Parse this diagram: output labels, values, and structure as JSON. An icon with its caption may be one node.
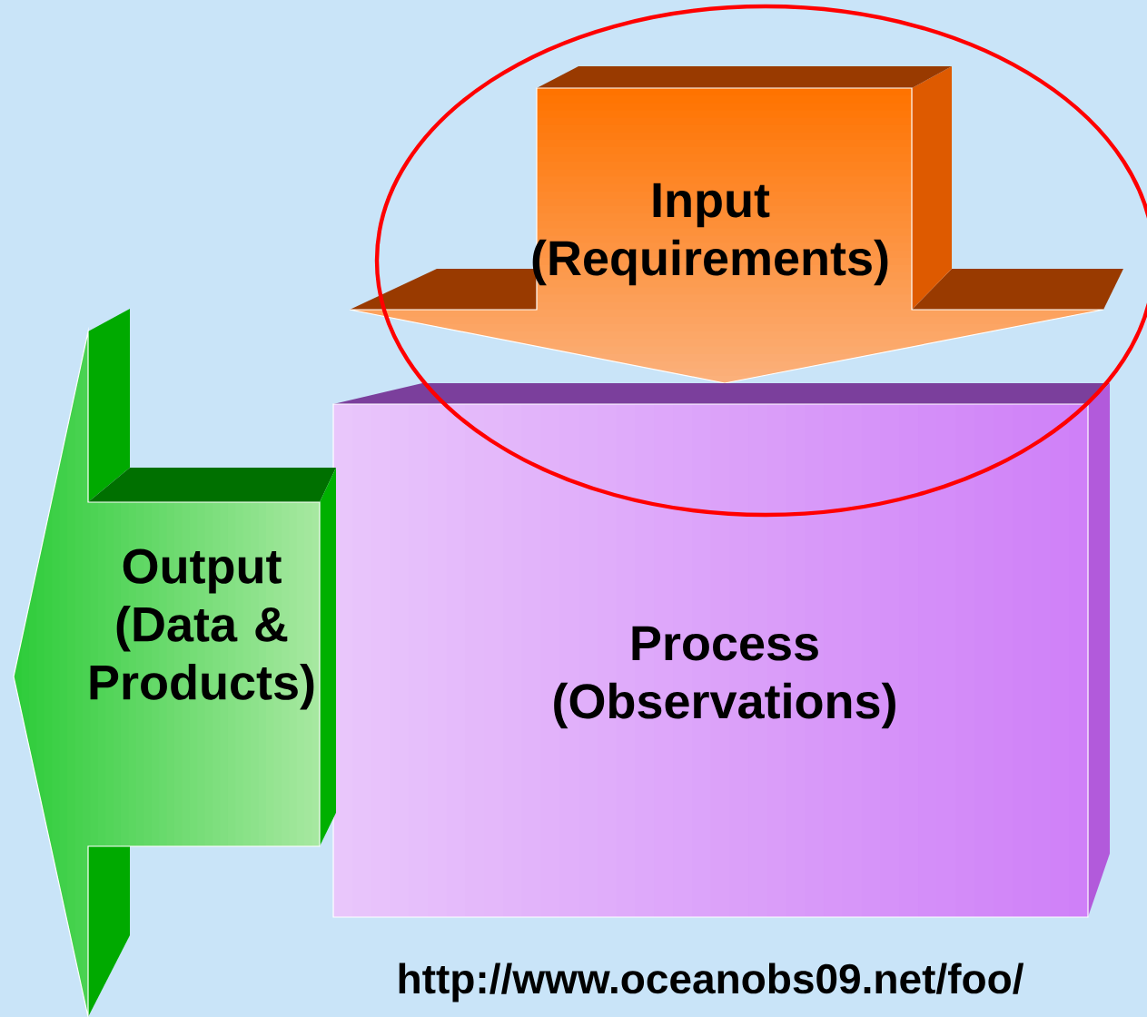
{
  "diagram": {
    "nodes": [
      {
        "text": [
          "Input (Requirements)"
        ]
      },
      {
        "text": [
          "Process (Observations)"
        ]
      },
      {
        "text": [
          "Output (Data & Products)"
        ]
      }
    ],
    "labels": [
      "http://www.oceanobs09.net/foo/"
    ]
  }
}
